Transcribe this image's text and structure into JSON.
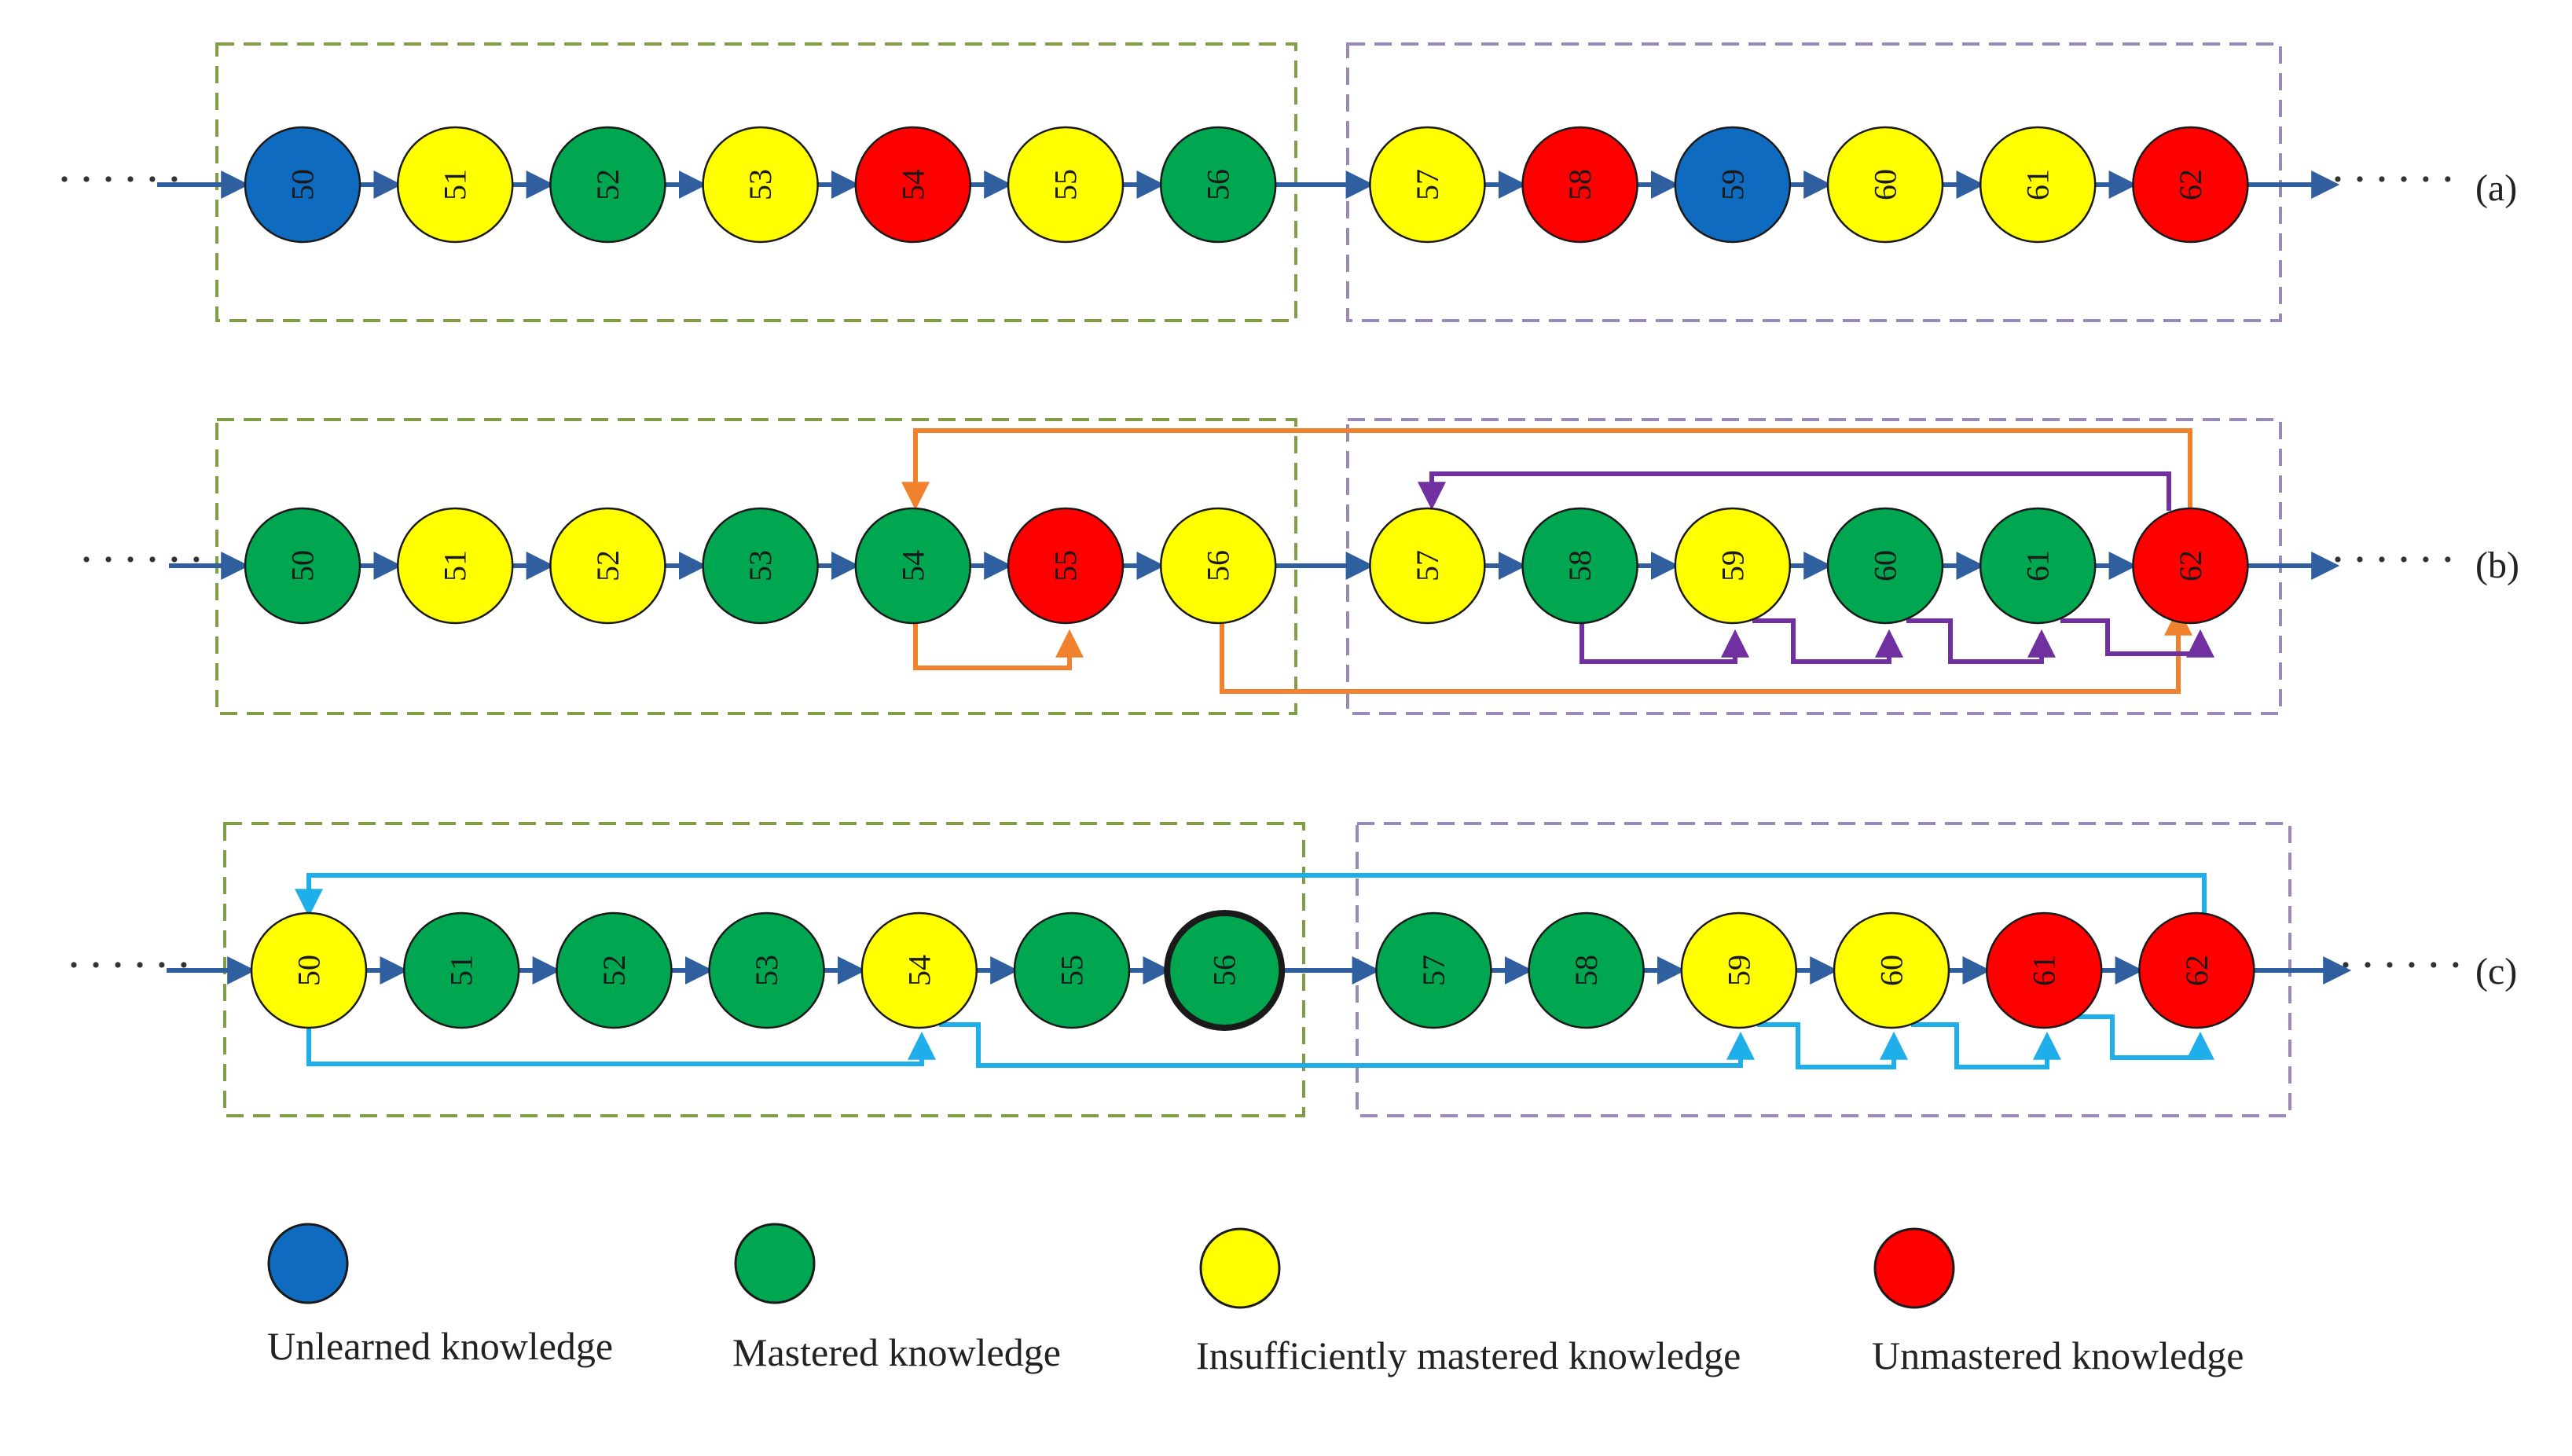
{
  "colors": {
    "unlearned": "#0F6BC0",
    "mastered": "#00A650",
    "insufficient": "#FFFF00",
    "unmastered": "#FF0000",
    "main_arrow": "#2F5F9F",
    "orange_path": "#F0822D",
    "purple_path": "#7030A0",
    "blue_path": "#1EAEEA",
    "group_green": "#7F9E45",
    "group_purple": "#9B8AB8"
  },
  "rows": [
    {
      "label": "(a)",
      "nodes": [
        {
          "id": "50",
          "state": "unlearned"
        },
        {
          "id": "51",
          "state": "insufficient"
        },
        {
          "id": "52",
          "state": "mastered"
        },
        {
          "id": "53",
          "state": "insufficient"
        },
        {
          "id": "54",
          "state": "unmastered"
        },
        {
          "id": "55",
          "state": "insufficient"
        },
        {
          "id": "56",
          "state": "mastered"
        },
        {
          "id": "57",
          "state": "insufficient"
        },
        {
          "id": "58",
          "state": "unmastered"
        },
        {
          "id": "59",
          "state": "unlearned"
        },
        {
          "id": "60",
          "state": "insufficient"
        },
        {
          "id": "61",
          "state": "insufficient"
        },
        {
          "id": "62",
          "state": "unmastered"
        }
      ]
    },
    {
      "label": "(b)",
      "nodes": [
        {
          "id": "50",
          "state": "mastered"
        },
        {
          "id": "51",
          "state": "insufficient"
        },
        {
          "id": "52",
          "state": "insufficient"
        },
        {
          "id": "53",
          "state": "mastered"
        },
        {
          "id": "54",
          "state": "mastered"
        },
        {
          "id": "55",
          "state": "unmastered"
        },
        {
          "id": "56",
          "state": "insufficient"
        },
        {
          "id": "57",
          "state": "insufficient"
        },
        {
          "id": "58",
          "state": "mastered"
        },
        {
          "id": "59",
          "state": "insufficient"
        },
        {
          "id": "60",
          "state": "mastered"
        },
        {
          "id": "61",
          "state": "mastered"
        },
        {
          "id": "62",
          "state": "unmastered"
        }
      ]
    },
    {
      "label": "(c)",
      "nodes": [
        {
          "id": "50",
          "state": "insufficient"
        },
        {
          "id": "51",
          "state": "mastered"
        },
        {
          "id": "52",
          "state": "mastered"
        },
        {
          "id": "53",
          "state": "mastered"
        },
        {
          "id": "54",
          "state": "insufficient"
        },
        {
          "id": "55",
          "state": "mastered"
        },
        {
          "id": "56",
          "state": "mastered",
          "highlight": true
        },
        {
          "id": "57",
          "state": "mastered"
        },
        {
          "id": "58",
          "state": "mastered"
        },
        {
          "id": "59",
          "state": "insufficient"
        },
        {
          "id": "60",
          "state": "insufficient"
        },
        {
          "id": "61",
          "state": "unmastered"
        },
        {
          "id": "62",
          "state": "unmastered"
        }
      ]
    }
  ],
  "ellipsis": "······",
  "legend": [
    {
      "state": "unlearned",
      "label": "Unlearned knowledge"
    },
    {
      "state": "mastered",
      "label": "Mastered knowledge"
    },
    {
      "state": "insufficient",
      "label": "Insufficiently mastered knowledge"
    },
    {
      "state": "unmastered",
      "label": "Unmastered knowledge"
    }
  ]
}
